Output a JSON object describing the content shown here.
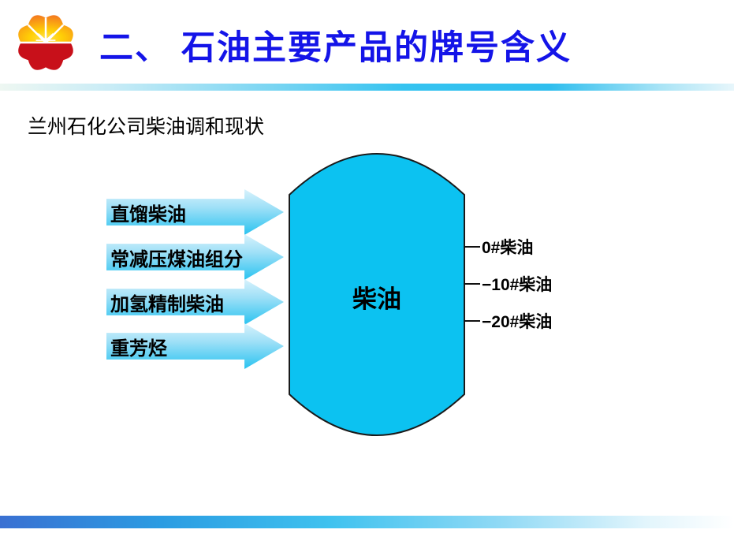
{
  "slide": {
    "title": "二、 石油主要产品的牌号含义",
    "subtitle": "兰州石化公司柴油调和现状"
  },
  "diagram": {
    "tank_label": "柴油",
    "inputs": [
      {
        "label": "直馏柴油"
      },
      {
        "label": "常减压煤油组分"
      },
      {
        "label": "加氢精制柴油"
      },
      {
        "label": "重芳烃"
      }
    ],
    "outputs": [
      {
        "label": "0#柴油"
      },
      {
        "label": "−10#柴油"
      },
      {
        "label": "−20#柴油"
      }
    ]
  },
  "icons": {
    "logo": "petrochina-flower-logo"
  },
  "colors": {
    "title_blue": "#1414e8",
    "tank_cyan": "#0cc2f1",
    "arrow_cyan": "#29c3f0",
    "divider_cyan": "#35c3f0",
    "bottom_bar_blue": "#3a70d2",
    "logo_orange": "#f47a20",
    "logo_yellow": "#ffd100",
    "logo_red": "#c8101a",
    "text_black": "#000000"
  }
}
